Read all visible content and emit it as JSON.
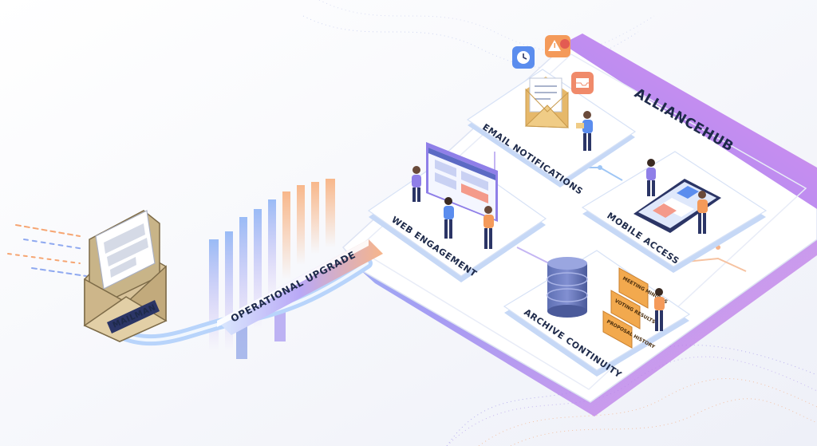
{
  "source": {
    "label": "MAILMAN"
  },
  "bridge": {
    "label": "OPERATIONAL UPGRADE"
  },
  "platform": {
    "title": "ALLIANCEHUB"
  },
  "tiles": {
    "email": {
      "label": "EMAIL NOTIFICATIONS"
    },
    "web": {
      "label": "WEB ENGAGEMENT"
    },
    "mobile": {
      "label": "MOBILE ACCESS"
    },
    "archive": {
      "label": "ARCHIVE CONTINUITY"
    }
  },
  "folders": [
    "MEETING MINUTES",
    "VOTING RESULTS",
    "PROPOSAL HISTORY"
  ],
  "colors": {
    "purple": "#7c6cf2",
    "blue": "#5b8dee",
    "orange": "#f49a5a",
    "navy": "#2b3566",
    "envelope": "#e9c77a"
  }
}
